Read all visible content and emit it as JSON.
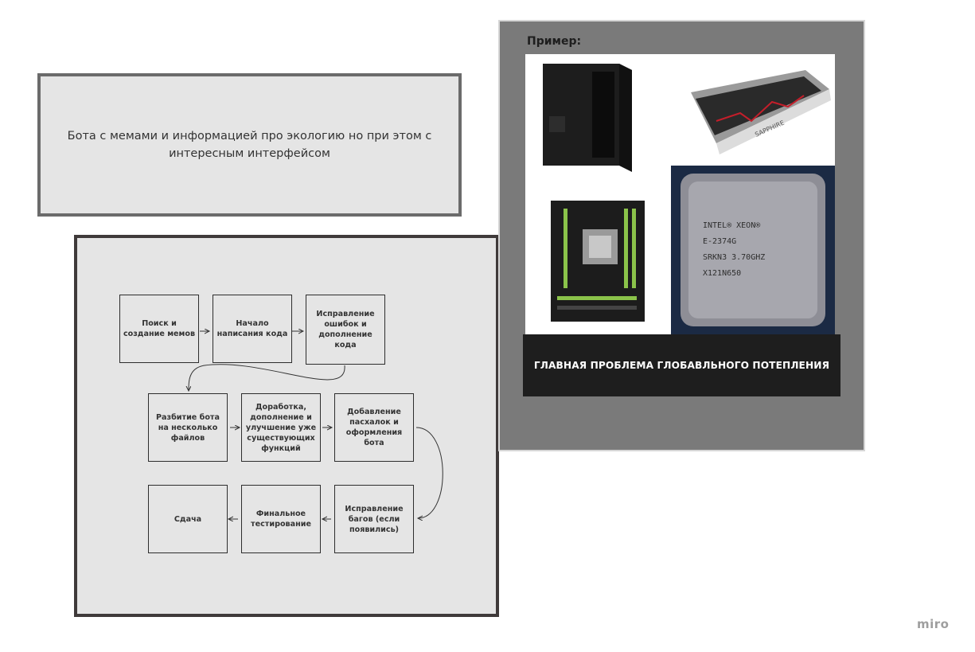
{
  "description": {
    "text": "Бота с мемами и информацией про экологию но при этом с интересным интерфейсом"
  },
  "flowchart": {
    "steps": [
      "Поиск и создание мемов",
      "Начало написания кода",
      "Исправление ошибок и дополнение кода",
      "Разбитие бота на несколько файлов",
      "Доработка, дополнение и улучшение уже существующих функций",
      "Добавление пасхалок и оформления бота",
      "Исправление багов (если появились)",
      "Финальное тестирование",
      "Сдача"
    ]
  },
  "example": {
    "label": "Пример:",
    "caption": "ГЛАВНАЯ ПРОБЛЕМА ГЛОБАВЛЬНОГО ПОТЕПЛЕНИЯ",
    "cpu_marking": [
      "INTEL® XEON®",
      "E-2374G",
      "SRKN3 3.70GHZ",
      "X121N650"
    ],
    "gpu_brand": "SAPPHIRE"
  },
  "branding": {
    "logo": "miro"
  }
}
